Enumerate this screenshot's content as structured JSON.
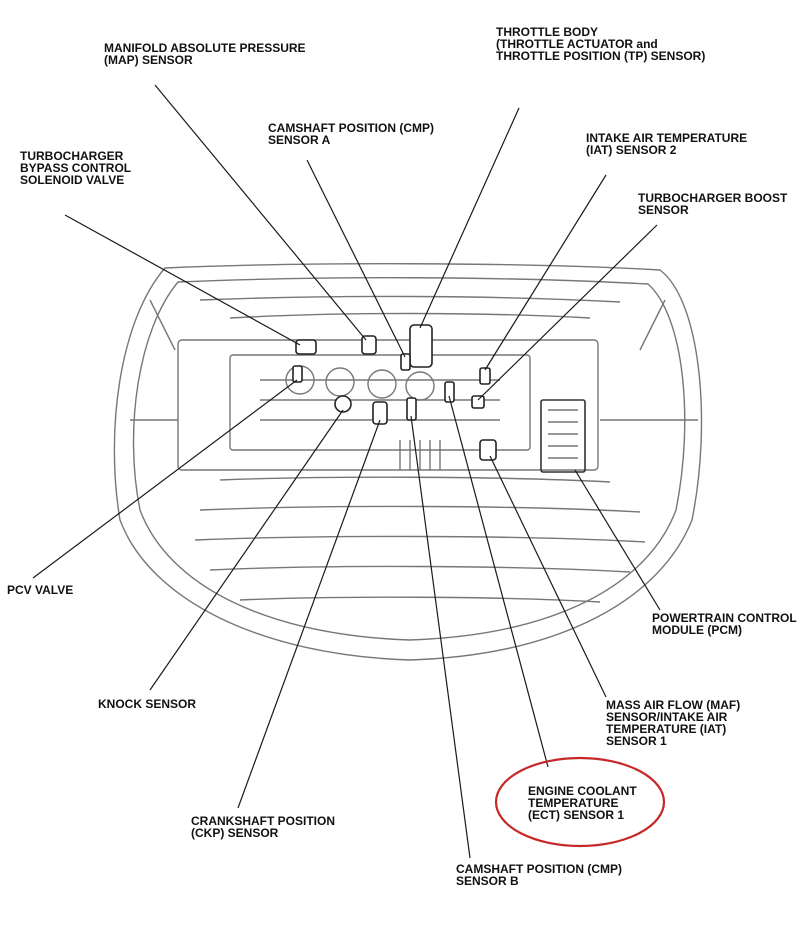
{
  "labels": {
    "map_sensor": [
      "MANIFOLD ABSOLUTE PRESSURE",
      "(MAP) SENSOR"
    ],
    "throttle_body": [
      "THROTTLE BODY",
      "(THROTTLE ACTUATOR and",
      "THROTTLE POSITION (TP) SENSOR)"
    ],
    "cmp_sensor_a": [
      "CAMSHAFT POSITION (CMP)",
      "SENSOR A"
    ],
    "iat_sensor_2": [
      "INTAKE AIR TEMPERATURE",
      "(IAT) SENSOR 2"
    ],
    "turbo_bypass": [
      "TURBOCHARGER",
      "BYPASS CONTROL",
      "SOLENOID VALVE"
    ],
    "turbo_boost": [
      "TURBOCHARGER BOOST",
      "SENSOR"
    ],
    "pcv_valve": [
      "PCV VALVE"
    ],
    "pcm": [
      "POWERTRAIN CONTROL",
      "MODULE (PCM)"
    ],
    "knock_sensor": [
      "KNOCK SENSOR"
    ],
    "maf_sensor": [
      "MASS AIR FLOW (MAF)",
      "SENSOR/INTAKE AIR",
      "TEMPERATURE (IAT)",
      "SENSOR 1"
    ],
    "ect_sensor": [
      "ENGINE COOLANT",
      "TEMPERATURE",
      "(ECT) SENSOR 1"
    ],
    "ckp_sensor": [
      "CRANKSHAFT POSITION",
      "(CKP) SENSOR"
    ],
    "cmp_sensor_b": [
      "CAMSHAFT POSITION (CMP)",
      "SENSOR B"
    ]
  },
  "colors": {
    "line": "#1a1a1a",
    "drawing": "#777777",
    "highlight": "#c62828"
  }
}
